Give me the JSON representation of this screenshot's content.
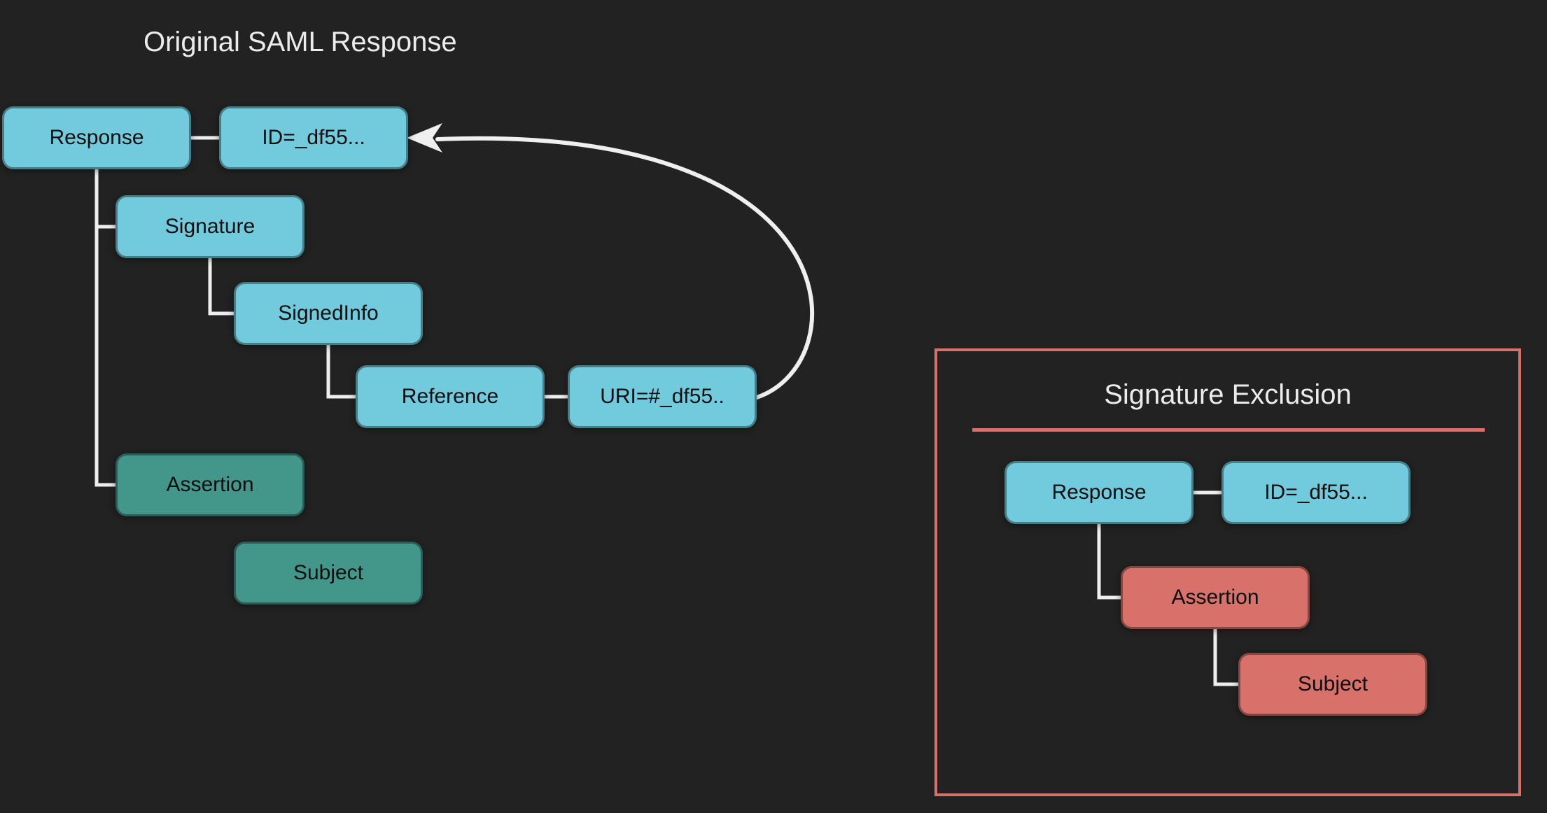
{
  "main": {
    "title": "Original SAML Response",
    "nodes": {
      "response": "Response",
      "id_attr": "ID=_df55...",
      "signature": "Signature",
      "signedinfo": "SignedInfo",
      "reference": "Reference",
      "uri_attr": "URI=#_df55..",
      "assertion": "Assertion",
      "subject": "Subject"
    }
  },
  "exclusion_panel": {
    "title": "Signature Exclusion",
    "nodes": {
      "response": "Response",
      "id_attr": "ID=_df55...",
      "assertion": "Assertion",
      "subject": "Subject"
    }
  },
  "colors": {
    "background": "#222222",
    "node_cyan": "#71cbdc",
    "node_teal": "#43978a",
    "node_salmon": "#d8716a",
    "panel_border": "#d8716a",
    "connector": "#efefef",
    "node_text": "#0d0d0d",
    "title_text": "#ececec"
  }
}
